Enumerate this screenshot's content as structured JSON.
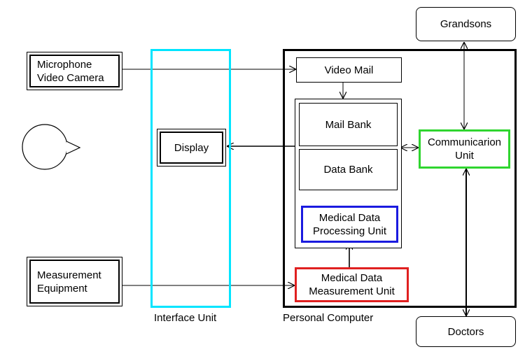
{
  "diagram": {
    "nodes": {
      "grandsons": "Grandsons",
      "microphone_camera": [
        "Microphone",
        "Video Camera"
      ],
      "video_mail": "Video Mail",
      "mail_bank": "Mail Bank",
      "display": "Display",
      "communication_unit": [
        "Communicarion",
        "Unit"
      ],
      "data_bank": "Data Bank",
      "medical_processing": [
        "Medical Data",
        "Processing Unit"
      ],
      "measurement_equipment": [
        "Measurement",
        "Equipment"
      ],
      "medical_measurement": [
        "Medical Data",
        "Measurement Unit"
      ],
      "doctors": "Doctors"
    },
    "group_labels": {
      "interface_unit": "Interface Unit",
      "personal_computer": "Personal Computer"
    },
    "colors": {
      "interface_unit_border": "#00e5ff",
      "processing_border": "#1a1adf",
      "measurement_border": "#e02020",
      "communication_border": "#2fd52f",
      "line": "#000000"
    }
  }
}
